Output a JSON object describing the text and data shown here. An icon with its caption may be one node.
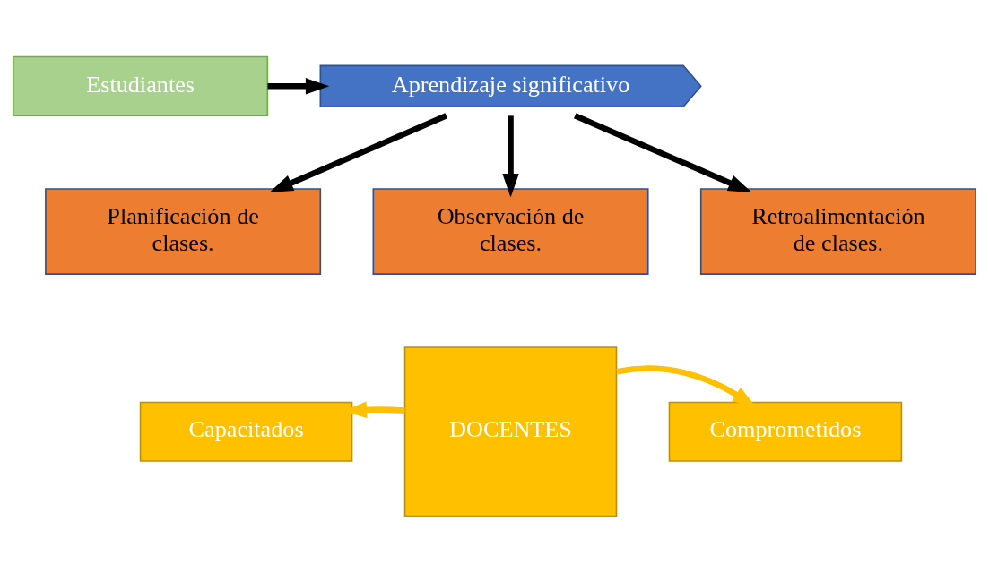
{
  "diagram": {
    "nodes": [
      {
        "text": [
          "Estudiantes"
        ]
      },
      {
        "text": [
          "Aprendizaje significativo"
        ]
      },
      {
        "text": [
          "Planificación de clases."
        ]
      },
      {
        "text": [
          "Observación de clases."
        ]
      },
      {
        "text": [
          "Retroalimentación de clases."
        ]
      },
      {
        "text": [
          "DOCENTES"
        ]
      },
      {
        "text": [
          "Capacitados"
        ]
      },
      {
        "text": [
          "Comprometidos"
        ]
      }
    ],
    "edges": [
      {
        "from": 0,
        "to": 1,
        "arrow": "to"
      },
      {
        "from": 1,
        "to": 2,
        "arrow": "to"
      },
      {
        "from": 1,
        "to": 3,
        "arrow": "to"
      },
      {
        "from": 1,
        "to": 4,
        "arrow": "to"
      },
      {
        "from": 5,
        "to": 6,
        "arrow": "to",
        "color": "#ffc000"
      },
      {
        "from": 5,
        "to": 7,
        "arrow": "to",
        "color": "#ffc000"
      }
    ]
  }
}
